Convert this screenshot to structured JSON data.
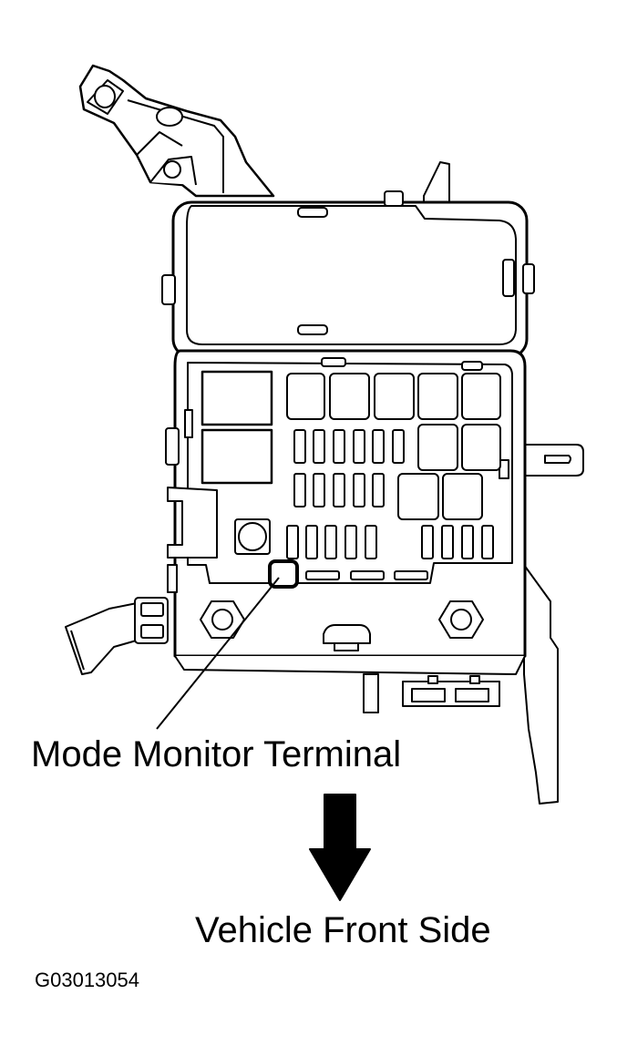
{
  "labels": {
    "terminal": "Mode Monitor Terminal",
    "front": "Vehicle Front Side",
    "code": "G03013054"
  },
  "colors": {
    "line": "#000000",
    "fill": "#ffffff",
    "arrow": "#000000"
  }
}
